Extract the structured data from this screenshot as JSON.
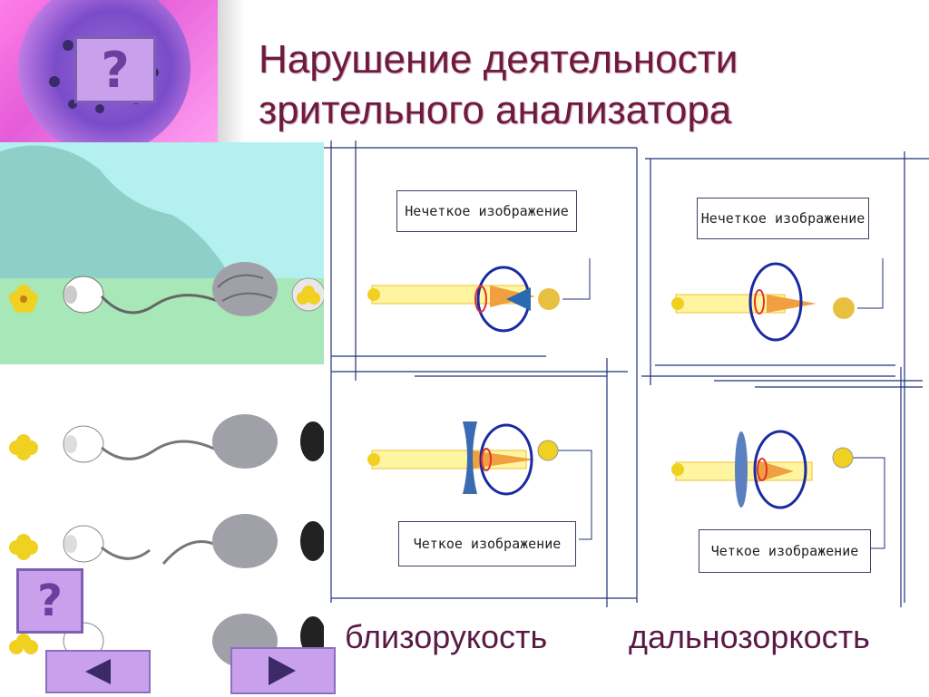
{
  "title_line1": "Нарушение деятельности",
  "title_line2": "зрительного анализатора",
  "top_help_button": "?",
  "bottom_help_button": "?",
  "panels": {
    "myopia_top_caption": "Нечеткое изображение",
    "hyperopia_top_caption": "Нечеткое изображение",
    "myopia_bottom_caption": "Четкое изображение",
    "hyperopia_bottom_caption": "Четкое изображение"
  },
  "labels": {
    "myopia": "близорукость",
    "hyperopia": "дальнозоркость"
  },
  "nav": {
    "back_icon": "triangle-left-icon",
    "next_icon": "triangle-right-icon"
  },
  "colors": {
    "title": "#6e1a3e",
    "beam": "#fff4a0",
    "eye": "#1a2aa0",
    "button": "#c9a0ec"
  }
}
